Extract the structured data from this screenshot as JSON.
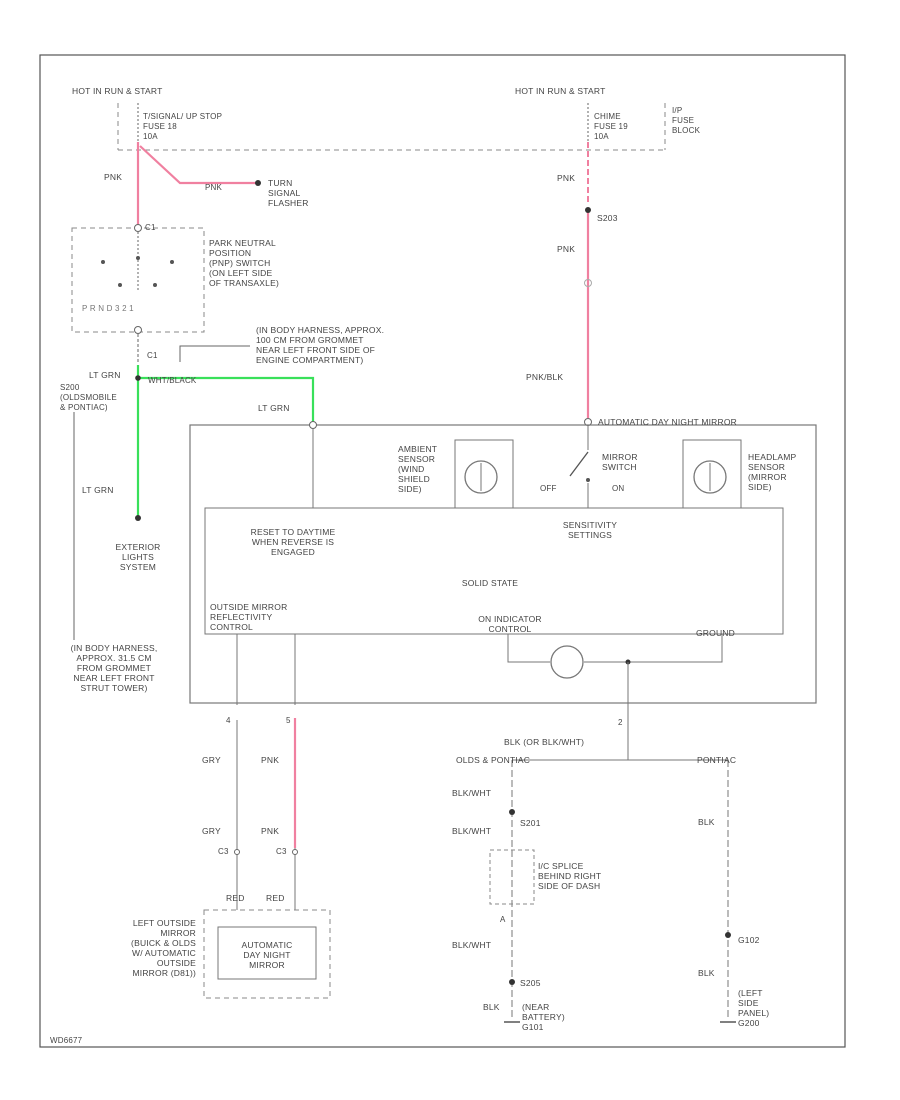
{
  "colors": {
    "frame": "#555555",
    "wire": "#666666",
    "pink_wire": "#f080a0",
    "green_wire": "#39e05a",
    "text": "#444444"
  },
  "labels": {
    "hot_run_start_left": "HOT IN RUN & START",
    "fuse_left": "T/SIGNAL/ UP STOP\nFUSE 18\n10A",
    "hot_run_start_right": "HOT IN RUN & START",
    "fuse_right": "CHIME\nFUSE 19\n10A",
    "ip_fuse_block": "I/P\nFUSE\nBLOCK",
    "pnk_1": "PNK",
    "pnk_2": "PNK",
    "turn_signal_flasher": "TURN\nSIGNAL\nFLASHER",
    "pnk_3": "PNK",
    "s_top": "S203",
    "pnk_4": "PNK",
    "conn_c1_top": "C1",
    "pnp_switch": "PARK NEUTRAL\nPOSITION\n(PNP) SWITCH\n(ON LEFT SIDE\nOF TRANSAXLE)",
    "pnp_pins": "P R N D 3 2 1",
    "in_body_harness_1": "(IN BODY HARNESS, APPROX.\n100 CM FROM GROMMET\nNEAR LEFT FRONT SIDE OF\nENGINE COMPARTMENT)",
    "conn_c1_mid": "C1",
    "lt_grn_1": "LT GRN",
    "s_mid": "S200\n(OLDSMOBILE\n& PONTIAC)",
    "wht_black": "WHT/BLACK",
    "lt_grn_2": "LT GRN",
    "pnk_blk": "PNK/BLK",
    "mirror_title": "AUTOMATIC DAY NIGHT MIRROR",
    "ambient_sensor": "AMBIENT\nSENSOR\n(WIND\nSHIELD\nSIDE)",
    "mirror_switch": "MIRROR\nSWITCH",
    "off": "OFF",
    "on": "ON",
    "headlamp_sensor": "HEADLAMP\nSENSOR\n(MIRROR\nSIDE)",
    "lt_grn_3": "LT GRN",
    "reset_daytime": "RESET TO DAYTIME\nWHEN REVERSE IS\nENGAGED",
    "sensitivity": "SENSITIVITY\nSETTINGS",
    "solid_state": "SOLID STATE",
    "exterior_lights": "EXTERIOR\nLIGHTS\nSYSTEM",
    "outside_mirror_ctrl": "OUTSIDE MIRROR\nREFLECTIVITY\nCONTROL",
    "indicator_control": "ON INDICATOR\nCONTROL",
    "ground": "GROUND",
    "in_body_harness_2": "(IN BODY HARNESS,\nAPPROX. 31.5 CM\nFROM GROMMET\nNEAR LEFT FRONT\nSTRUT TOWER)",
    "pin_4": "4",
    "pin_5": "5",
    "pin_2": "2",
    "gry_1": "GRY",
    "pnk_5": "PNK",
    "blk_or_blk_wht": "BLK (OR BLK/WHT)",
    "olds_pontiac": "OLDS & PONTIAC",
    "pontiac": "PONTIAC",
    "blk_wht_1": "BLK/WHT",
    "gry_2": "GRY",
    "pnk_6": "PNK",
    "blk_wht_2": "BLK/WHT",
    "s_blk": "S201",
    "blk_1": "BLK",
    "c_conn_l": "C3",
    "c_conn_r": "C3",
    "ip_splice": "I/C SPLICE\nBEHIND RIGHT\nSIDE OF DASH",
    "red_1": "RED",
    "red_2": "RED",
    "left_outside_mirror": "LEFT OUTSIDE\nMIRROR\n(BUICK & OLDS\nW/ AUTOMATIC\nOUTSIDE\nMIRROR (D81))",
    "auto_mirror_box": "AUTOMATIC\nDAY NIGHT\nMIRROR",
    "pin_a": "A",
    "blk_wht_3": "BLK/WHT",
    "g_mid": "G102",
    "s_lower": "S205",
    "blk_2": "BLK",
    "blk_3": "BLK",
    "near_battery": "(NEAR\nBATTERY)\nG101",
    "left_side_panel": "(LEFT\nSIDE\nPANEL)\nG200",
    "footer": "WD6677"
  }
}
